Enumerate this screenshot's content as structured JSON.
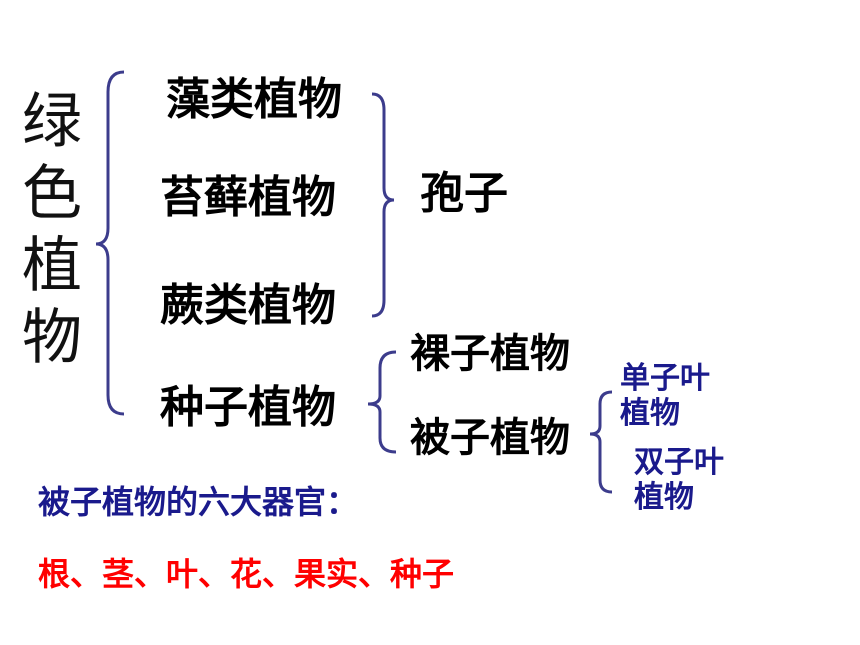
{
  "root": {
    "label_chars": [
      "绿",
      "色",
      "植",
      "物"
    ]
  },
  "groups": {
    "algae": "藻类植物",
    "moss": "苔藓植物",
    "fern": "蕨类植物",
    "seed": "种子植物"
  },
  "spore_label": "孢子",
  "seed_groups": {
    "gymnosperm": "裸子植物",
    "angiosperm": "被子植物"
  },
  "angiosperm_groups": {
    "monocot_line1": "单子叶",
    "monocot_line2": "植物",
    "dicot_line1": "双子叶",
    "dicot_line2": "植物"
  },
  "organs": {
    "title": "被子植物的六大器官：",
    "list": "根、茎、叶、花、果实、种子"
  },
  "colors": {
    "brace": "#3c3c8c",
    "organ_title": "#1a1a8c",
    "organ_list": "#ff0000",
    "small_labels": "#1a1a8c"
  }
}
